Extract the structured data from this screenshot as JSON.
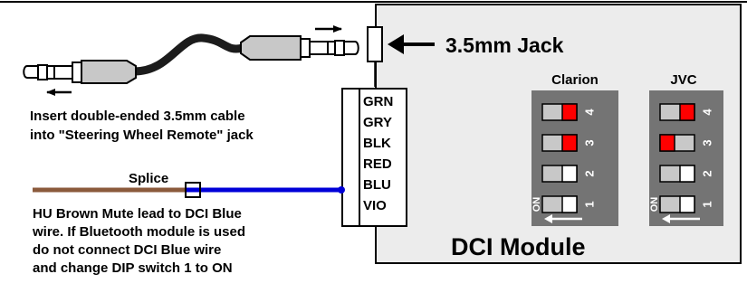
{
  "jack_label": "3.5mm Jack",
  "module_label": "DCI Module",
  "instruction": [
    "Insert double-ended 3.5mm cable",
    "into \"Steering Wheel Remote\" jack"
  ],
  "splice_label": "Splice",
  "mute_note": [
    "HU Brown Mute lead to DCI Blue",
    "wire.  If Bluetooth module is used",
    "do not connect DCI Blue wire",
    "and change DIP switch 1 to ON"
  ],
  "wire_labels": [
    "GRN",
    "GRY",
    "BLK",
    "RED",
    "BLU",
    "VIO"
  ],
  "dip_blocks": [
    {
      "title": "Clarion",
      "on_label": "ON",
      "switches": [
        {
          "number": "4",
          "on": false,
          "state_color": "#ff0000"
        },
        {
          "number": "3",
          "on": false,
          "state_color": "#ff0000"
        },
        {
          "number": "2",
          "on": false,
          "state_color": "#ffffff"
        },
        {
          "number": "1",
          "on": false,
          "state_color": "#ffffff"
        }
      ]
    },
    {
      "title": "JVC",
      "on_label": "ON",
      "switches": [
        {
          "number": "4",
          "on": false,
          "state_color": "#ff0000"
        },
        {
          "number": "3",
          "on": true,
          "state_color": "#ff0000"
        },
        {
          "number": "2",
          "on": false,
          "state_color": "#ffffff"
        },
        {
          "number": "1",
          "on": false,
          "state_color": "#ffffff"
        }
      ]
    }
  ],
  "colors": {
    "module_fill": "#ececec",
    "dip_body": "#747474",
    "brown_wire": "#8b5a3c",
    "blue_wire": "#0000d8",
    "cable": "#1c1c1c",
    "plug_fill": "#c8c8c8"
  }
}
